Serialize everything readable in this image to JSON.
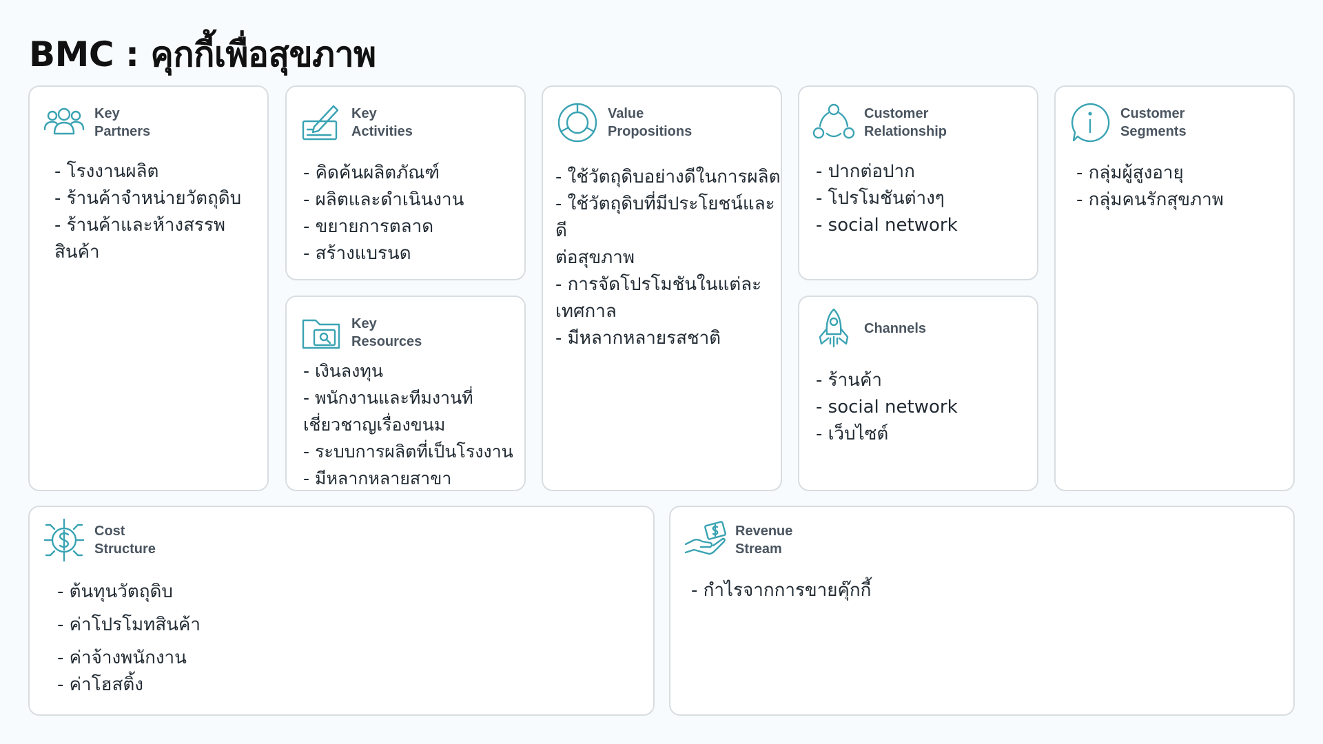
{
  "title": "BMC : คุกกี้เพื่อสุขภาพ",
  "colors": {
    "accent": "#3aa3b3",
    "border": "#d8dde1",
    "background": "#f8fbfd"
  },
  "cards": {
    "key_partners": {
      "title": "Key\nPartners",
      "icon": "partners-group-icon",
      "items": [
        "- โรงงานผลิต",
        "- ร้านค้าจำหน่ายวัตถุดิบ",
        "- ร้านค้าและห้างสรรพ",
        "สินค้า"
      ]
    },
    "key_activities": {
      "title": "Key\nActivities",
      "icon": "pen-writing-icon",
      "items": [
        "- คิดค้นผลิตภัณฑ์",
        "- ผลิตและดำเนินงาน",
        "- ขยายการตลาด",
        "- สร้างแบรนด"
      ]
    },
    "key_resources": {
      "title": "Key\nResources",
      "icon": "folder-search-icon",
      "items": [
        " - เงินลงทุน",
        "- พนักงานและทีมงานที่",
        "เชี่ยวชาญเรื่องขนม",
        "- ระบบการผลิตที่เป็นโรงงาน",
        " - มีหลากหลายสาขา"
      ]
    },
    "value_propositions": {
      "title": "Value\nPropositions",
      "icon": "value-target-icon",
      "items": [
        "- ใช้วัตถุดิบอย่างดีในการผลิต",
        "- ใช้วัตถุดิบที่มีประโยชน์และดี",
        "ต่อสุขภาพ",
        "- การจัดโปรโมชันในแต่ละ",
        "เทศกาล",
        "- มีหลากหลายรสชาติ"
      ]
    },
    "customer_relationship": {
      "title": "Customer\nRelationship",
      "icon": "people-network-icon",
      "items": [
        "- ปากต่อปาก",
        "- โปรโมชันต่างๆ",
        "- social network"
      ]
    },
    "channels": {
      "title": "Channels",
      "icon": "rocket-icon",
      "items": [
        "- ร้านค้า",
        "- social network",
        "- เว็บไซต์"
      ]
    },
    "customer_segments": {
      "title": "Customer\nSegments",
      "icon": "info-bubble-icon",
      "items": [
        "- กลุ่มผู้สูงอายุ",
        "- กลุ่มคนรักสุขภาพ"
      ]
    },
    "cost_structure": {
      "title": "Cost\nStructure",
      "icon": "dollar-circuit-icon",
      "items": [
        "- ต้นทุนวัตถุดิบ",
        "- ค่าโปรโมทสินค้า",
        "- ค่าจ้างพนักงาน",
        "- ค่าโฮสติ้ง"
      ]
    },
    "revenue_stream": {
      "title": "Revenue\nStream",
      "icon": "hand-money-icon",
      "items": [
        "- กำไรจากการขายคุ๊กกี้"
      ]
    }
  }
}
